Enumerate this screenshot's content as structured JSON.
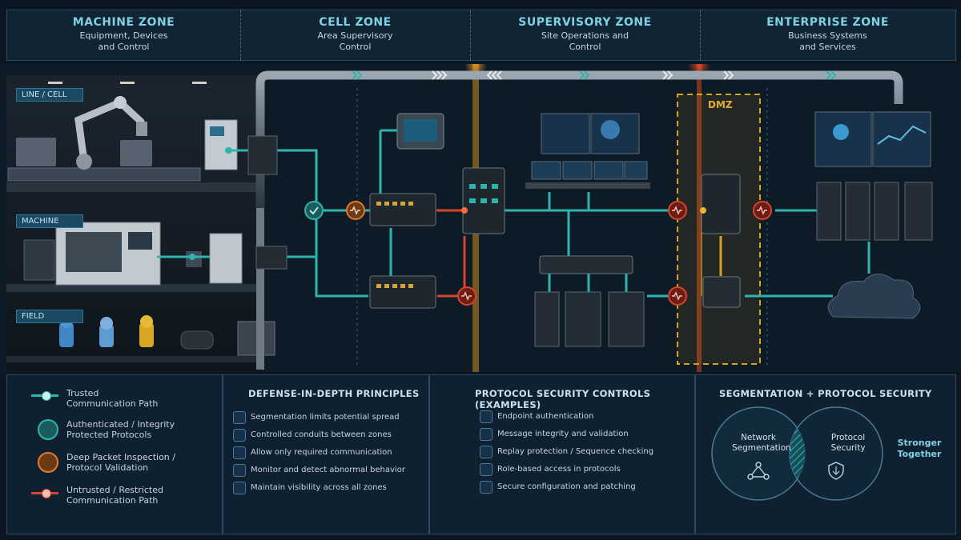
{
  "zones": [
    {
      "title": "MACHINE ZONE",
      "sub1": "Equipment, Devices",
      "sub2": "and Control"
    },
    {
      "title": "CELL ZONE",
      "sub1": "Area Supervisory",
      "sub2": "Control"
    },
    {
      "title": "SUPERVISORY ZONE",
      "sub1": "Site Operations and",
      "sub2": "Control"
    },
    {
      "title": "ENTERPRISE ZONE",
      "sub1": "Business Systems",
      "sub2": "and Services"
    }
  ],
  "levels": [
    "LINE / CELL",
    "MACHINE",
    "FIELD"
  ],
  "dmz_label": "DMZ",
  "legend": [
    {
      "line1": "Trusted",
      "line2": "Communication Path"
    },
    {
      "line1": "Authenticated / Integrity",
      "line2": "Protected Protocols"
    },
    {
      "line1": "Deep Packet Inspection /",
      "line2": "Protocol Validation"
    },
    {
      "line1": "Untrusted / Restricted",
      "line2": "Communication Path"
    }
  ],
  "defense": {
    "title": "DEFENSE-IN-DEPTH PRINCIPLES",
    "items": [
      "Segmentation limits potential spread",
      "Controlled conduits between zones",
      "Allow only required communication",
      "Monitor and detect abnormal behavior",
      "Maintain visibility across all zones"
    ]
  },
  "protocol": {
    "title": "PROTOCOL SECURITY CONTROLS (EXAMPLES)",
    "items": [
      "Endpoint authentication",
      "Message integrity and validation",
      "Replay protection / Sequence checking",
      "Role-based access in protocols",
      "Secure configuration and patching"
    ]
  },
  "venn": {
    "title": "SEGMENTATION + PROTOCOL SECURITY",
    "left1": "Network",
    "left2": "Segmentation",
    "right1": "Protocol",
    "right2": "Security",
    "tag1": "Stronger",
    "tag2": "Together"
  },
  "colors": {
    "trusted": "#2fb3ad",
    "auth": "#1fa29a",
    "dpi": "#e07a2a",
    "untrusted": "#d8442c",
    "dmz": "#d9a21b",
    "accent": "#7fd1e3"
  }
}
